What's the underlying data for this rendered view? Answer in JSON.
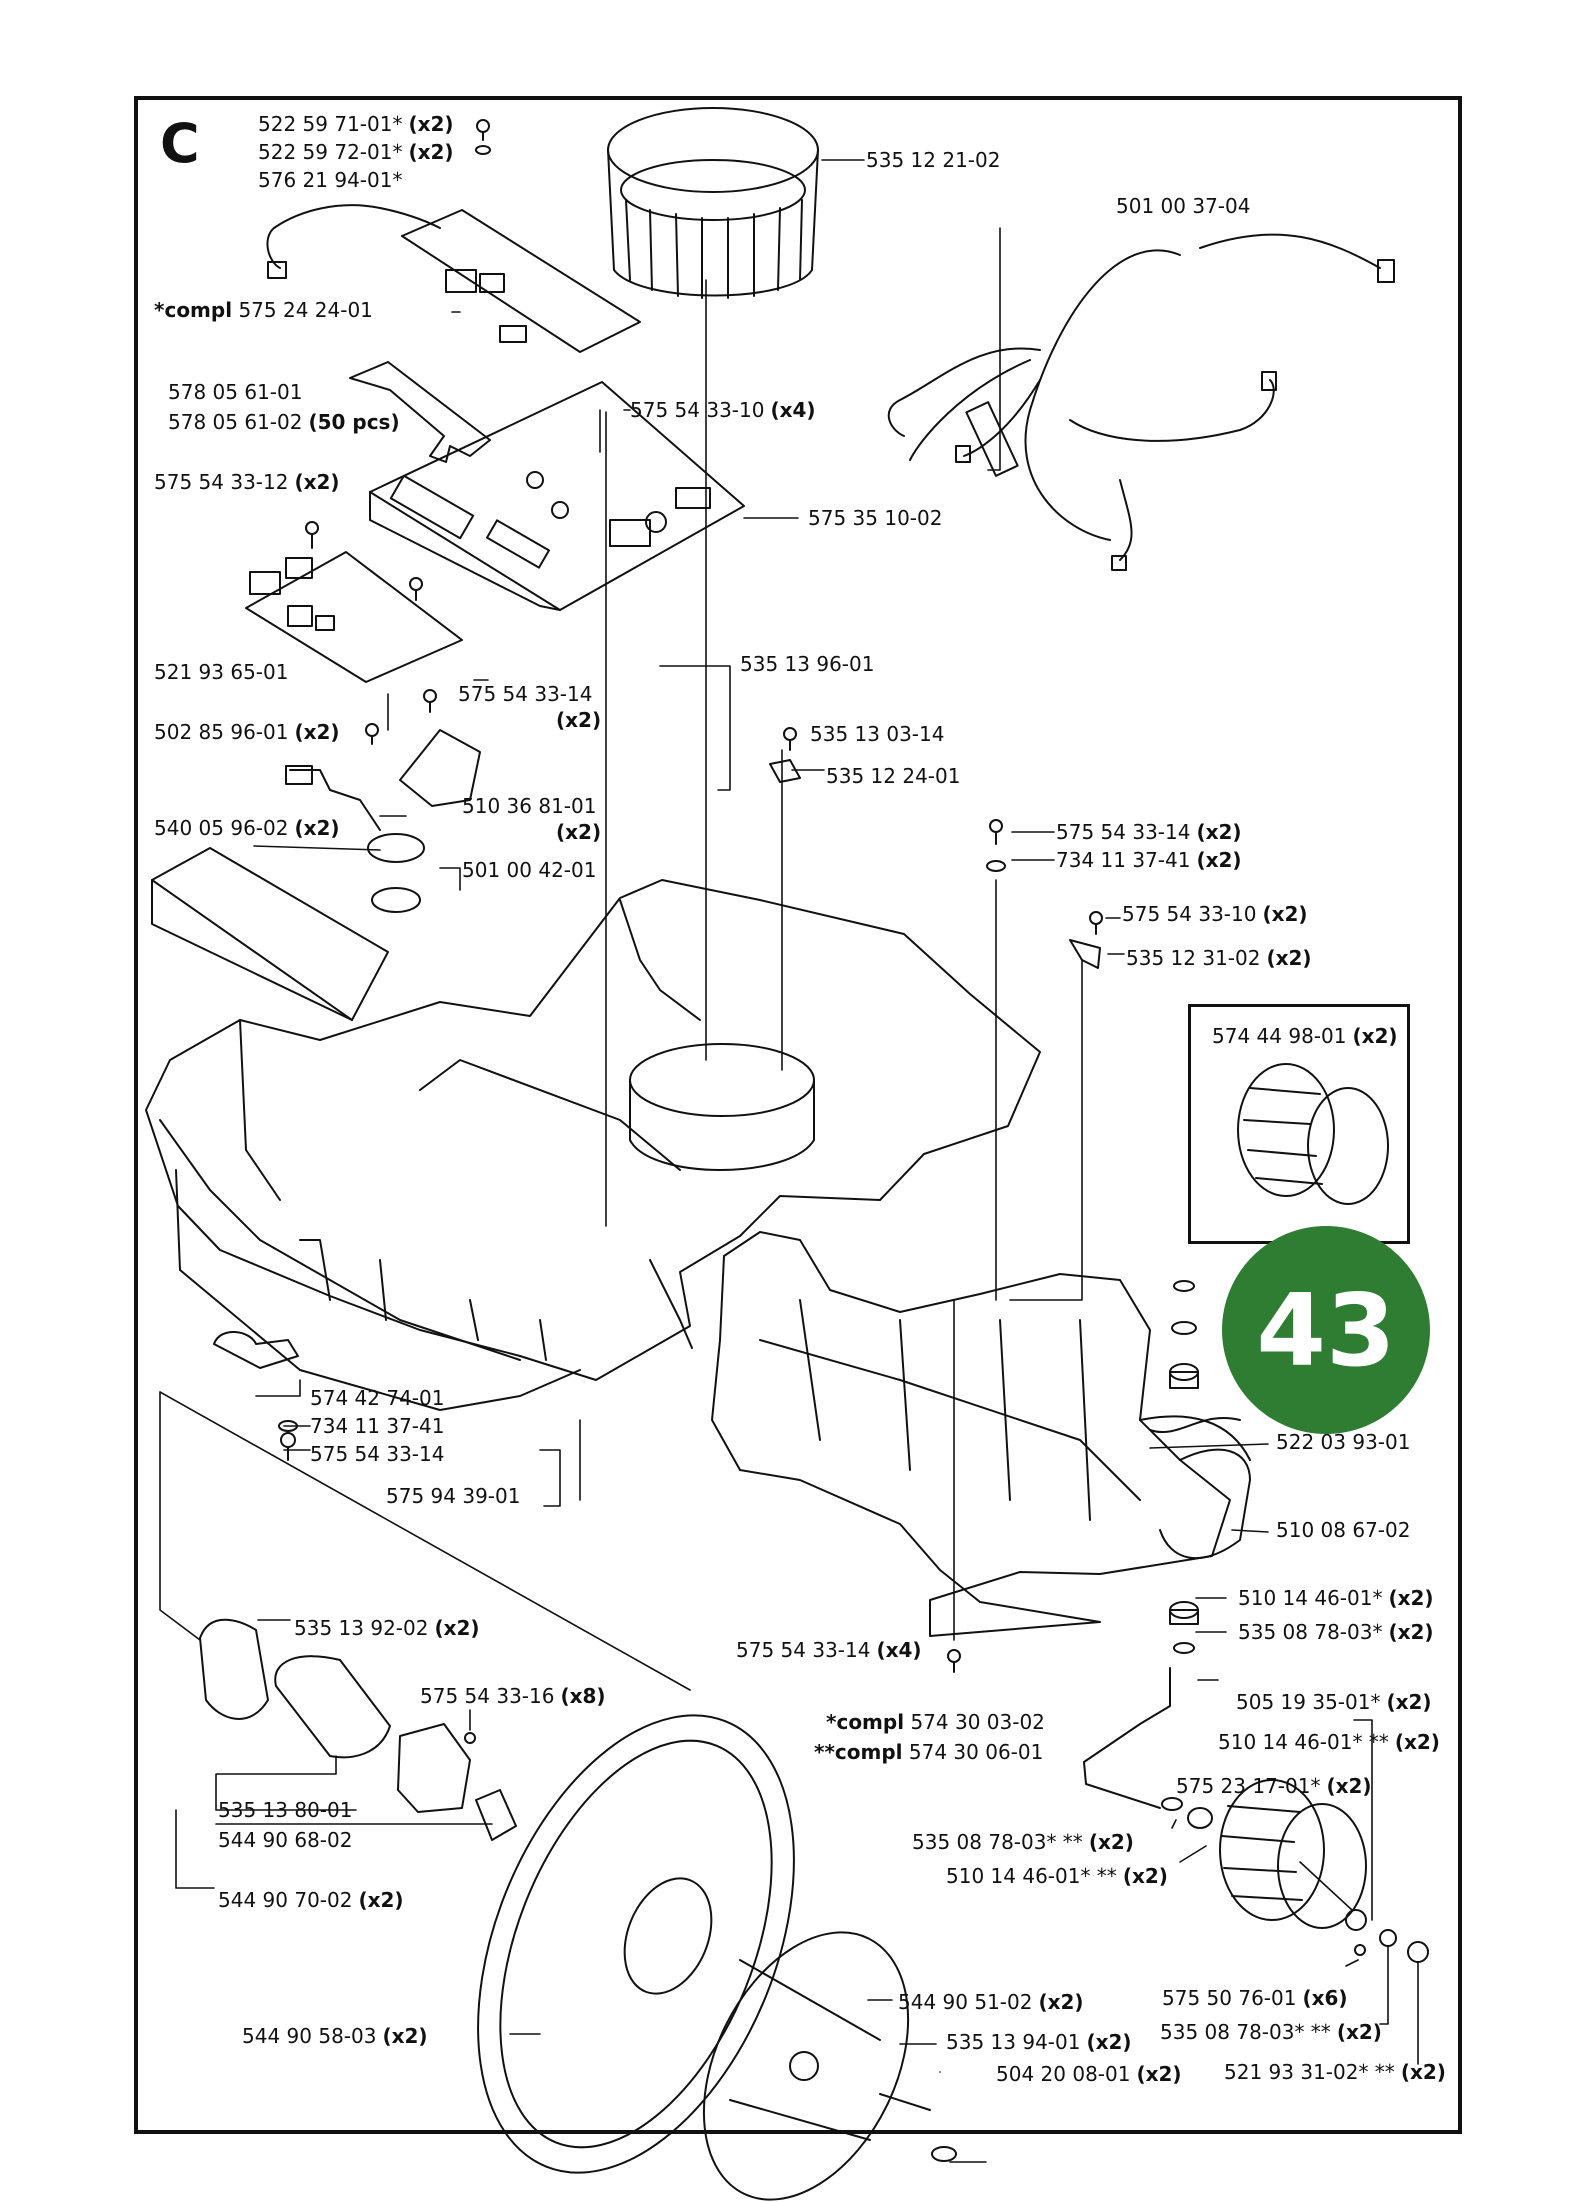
{
  "section": "C",
  "page_number": "43",
  "colors": {
    "badge": "#2e7d32",
    "line": "#111111"
  },
  "parts": [
    {
      "no": "522 59 71-01*",
      "qty": "(x2)"
    },
    {
      "no": "522 59 72-01*",
      "qty": "(x2)"
    },
    {
      "no": "576 21 94-01*",
      "qty": ""
    },
    {
      "no": "575 24 24-01",
      "prefix": "*compl",
      "qty": ""
    },
    {
      "no": "535 12 21-02",
      "qty": ""
    },
    {
      "no": "501 00 37-04",
      "qty": ""
    },
    {
      "no": "578 05 61-01",
      "qty": ""
    },
    {
      "no": "578 05 61-02",
      "qty": "(50 pcs)"
    },
    {
      "no": "575 54 33-10",
      "qty": "(x4)"
    },
    {
      "no": "575 54 33-12",
      "qty": "(x2)"
    },
    {
      "no": "575 35 10-02",
      "qty": ""
    },
    {
      "no": "521 93 65-01",
      "qty": ""
    },
    {
      "no": "535 13 96-01",
      "qty": ""
    },
    {
      "no": "575 54 33-14",
      "qty": "(x2)"
    },
    {
      "no": "502 85 96-01",
      "qty": "(x2)"
    },
    {
      "no": "535 13 03-14",
      "qty": ""
    },
    {
      "no": "535 12 24-01",
      "qty": ""
    },
    {
      "no": "510 36 81-01",
      "qty": "(x2)"
    },
    {
      "no": "540 05 96-02",
      "qty": "(x2)"
    },
    {
      "no": "501 00 42-01",
      "qty": ""
    },
    {
      "no": "575 54 33-14",
      "qty": "(x2)"
    },
    {
      "no": "734 11 37-41",
      "qty": "(x2)"
    },
    {
      "no": "575 54 33-10",
      "qty": "(x2)"
    },
    {
      "no": "535 12 31-02",
      "qty": "(x2)"
    },
    {
      "no": "574 44 98-01",
      "qty": "(x2)"
    },
    {
      "no": "574 42 74-01",
      "qty": ""
    },
    {
      "no": "734 11 37-41",
      "qty": ""
    },
    {
      "no": "575 54 33-14",
      "qty": ""
    },
    {
      "no": "575 94 39-01",
      "qty": ""
    },
    {
      "no": "522 03 93-01",
      "qty": ""
    },
    {
      "no": "510 08 67-02",
      "qty": ""
    },
    {
      "no": "510 14 46-01*",
      "qty": "(x2)"
    },
    {
      "no": "535 08 78-03*",
      "qty": "(x2)"
    },
    {
      "no": "535 13 92-02",
      "qty": "(x2)"
    },
    {
      "no": "575 54 33-14",
      "qty": "(x4)"
    },
    {
      "no": "575 54 33-16",
      "qty": "(x8)"
    },
    {
      "no": "505 19 35-01*",
      "qty": "(x2)"
    },
    {
      "no": "574 30 03-02",
      "prefix": "*compl",
      "qty": ""
    },
    {
      "no": "574 30 06-01",
      "prefix": "**compl",
      "qty": ""
    },
    {
      "no": "510 14 46-01* **",
      "qty": "(x2)"
    },
    {
      "no": "535 13 80-01",
      "qty": ""
    },
    {
      "no": "575 23 17-01*",
      "qty": "(x2)"
    },
    {
      "no": "544 90 68-02",
      "qty": ""
    },
    {
      "no": "535 08 78-03* **",
      "qty": "(x2)"
    },
    {
      "no": "510 14 46-01* **",
      "qty": "(x2)"
    },
    {
      "no": "544 90 70-02",
      "qty": "(x2)"
    },
    {
      "no": "575 50 76-01",
      "qty": "(x6)"
    },
    {
      "no": "544 90 51-02",
      "qty": "(x2)"
    },
    {
      "no": "535 08 78-03* **",
      "qty": "(x2)"
    },
    {
      "no": "544 90 58-03",
      "qty": "(x2)"
    },
    {
      "no": "535 13 94-01",
      "qty": "(x2)"
    },
    {
      "no": "504 20 08-01",
      "qty": "(x2)"
    },
    {
      "no": "521 93 31-02* **",
      "qty": "(x2)"
    }
  ],
  "hidden_fragments": [
    "2)",
    "2)",
    "2)"
  ]
}
